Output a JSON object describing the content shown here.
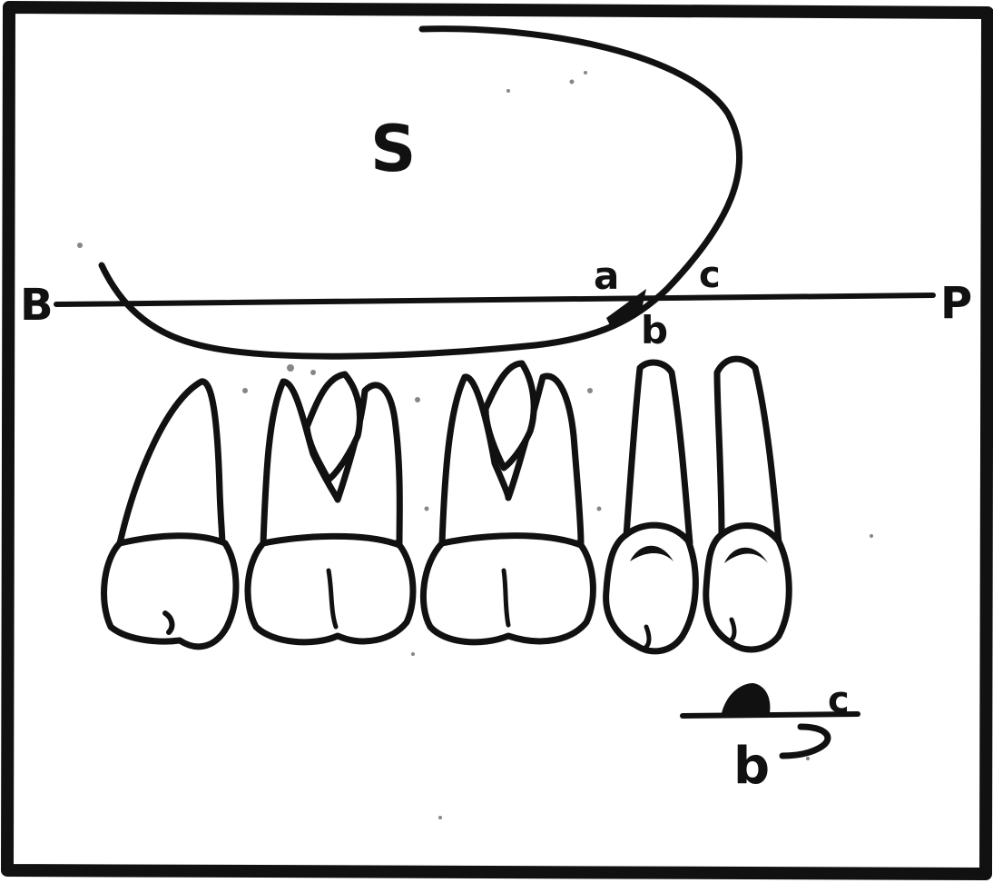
{
  "figure": {
    "labels": {
      "sinus": "S",
      "left_end": "B",
      "right_end": "P",
      "point_a": "a",
      "point_b": "b",
      "point_c": "c",
      "inset_c": "c",
      "inset_b": "b"
    }
  },
  "colors": {
    "ink": "#111111",
    "paper": "#ffffff"
  }
}
